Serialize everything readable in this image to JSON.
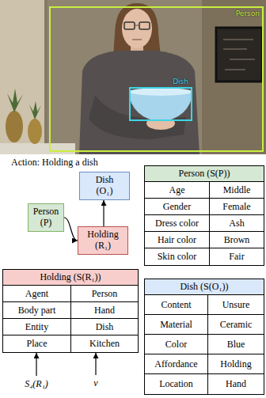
{
  "diagram": {
    "nodes": [
      {
        "text": [
          "Person"
        ]
      },
      {
        "text": [
          "Dish"
        ],
        "in": 0
      },
      {
        "text": [
          "Dish (O₁)"
        ]
      },
      {
        "text": [
          "Person (P)"
        ]
      },
      {
        "text": [
          "Holding (R₁)"
        ]
      },
      {
        "text": [
          "Person (S(P))"
        ]
      },
      {
        "text": [
          "Holding (S(R₁))"
        ]
      },
      {
        "text": [
          "Dish (S(O₁))"
        ]
      }
    ],
    "edges": [
      {
        "from": 3,
        "to": 4,
        "arrow": "to"
      },
      {
        "from": 4,
        "to": 2,
        "arrow": "to"
      }
    ],
    "labels": [
      "Action: Holding a dish",
      "Age",
      "Middle",
      "Gender",
      "Female",
      "Dress color",
      "Ash",
      "Hair color",
      "Brown",
      "Skin color",
      "Fair",
      "Agent",
      "Person",
      "Body part",
      "Hand",
      "Entity",
      "Dish",
      "Place",
      "Kitchen",
      "Content",
      "Unsure",
      "Material",
      "Ceramic",
      "Color",
      "Blue",
      "Affordance",
      "Holding",
      "Location",
      "Hand",
      "S₄(R₁)",
      "v"
    ]
  }
}
